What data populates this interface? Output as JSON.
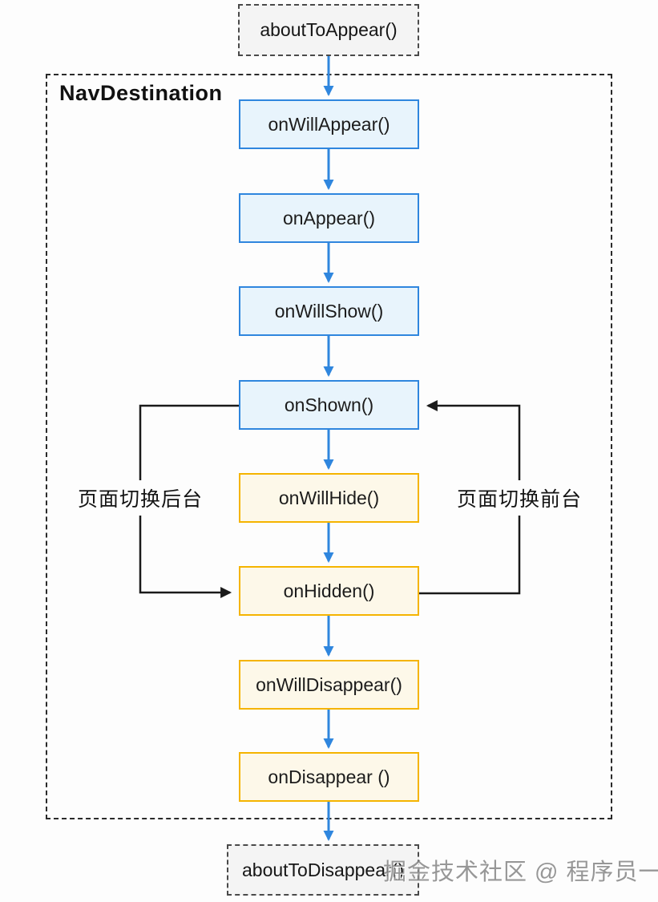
{
  "diagram": {
    "external_nodes": {
      "top": "aboutToAppear()",
      "bottom": "aboutToDisappear()"
    },
    "container": {
      "title": "NavDestination"
    },
    "nodes": [
      {
        "id": "onWillAppear",
        "label": "onWillAppear()",
        "type": "blue"
      },
      {
        "id": "onAppear",
        "label": "onAppear()",
        "type": "blue"
      },
      {
        "id": "onWillShow",
        "label": "onWillShow()",
        "type": "blue"
      },
      {
        "id": "onShown",
        "label": "onShown()",
        "type": "blue"
      },
      {
        "id": "onWillHide",
        "label": "onWillHide()",
        "type": "yellow"
      },
      {
        "id": "onHidden",
        "label": "onHidden()",
        "type": "yellow"
      },
      {
        "id": "onWillDisappear",
        "label": "onWillDisappear()",
        "type": "yellow"
      },
      {
        "id": "onDisappear",
        "label": "onDisappear ()",
        "type": "yellow"
      }
    ],
    "side_labels": {
      "left": "页面切换后台",
      "right": "页面切换前台"
    },
    "watermark": "掘金技术社区 @ 程序员一鸣"
  },
  "colors": {
    "page_bg": "#fdfdfd",
    "blue_border": "#2f86de",
    "blue_fill": "#e8f4fc",
    "yellow_border": "#f5b400",
    "yellow_fill": "#fdf8e9",
    "arrow_blue": "#2f86de",
    "line_black": "#1a1a1a",
    "ext_fill": "#f4f4f4",
    "text": "#1c1c1c"
  }
}
